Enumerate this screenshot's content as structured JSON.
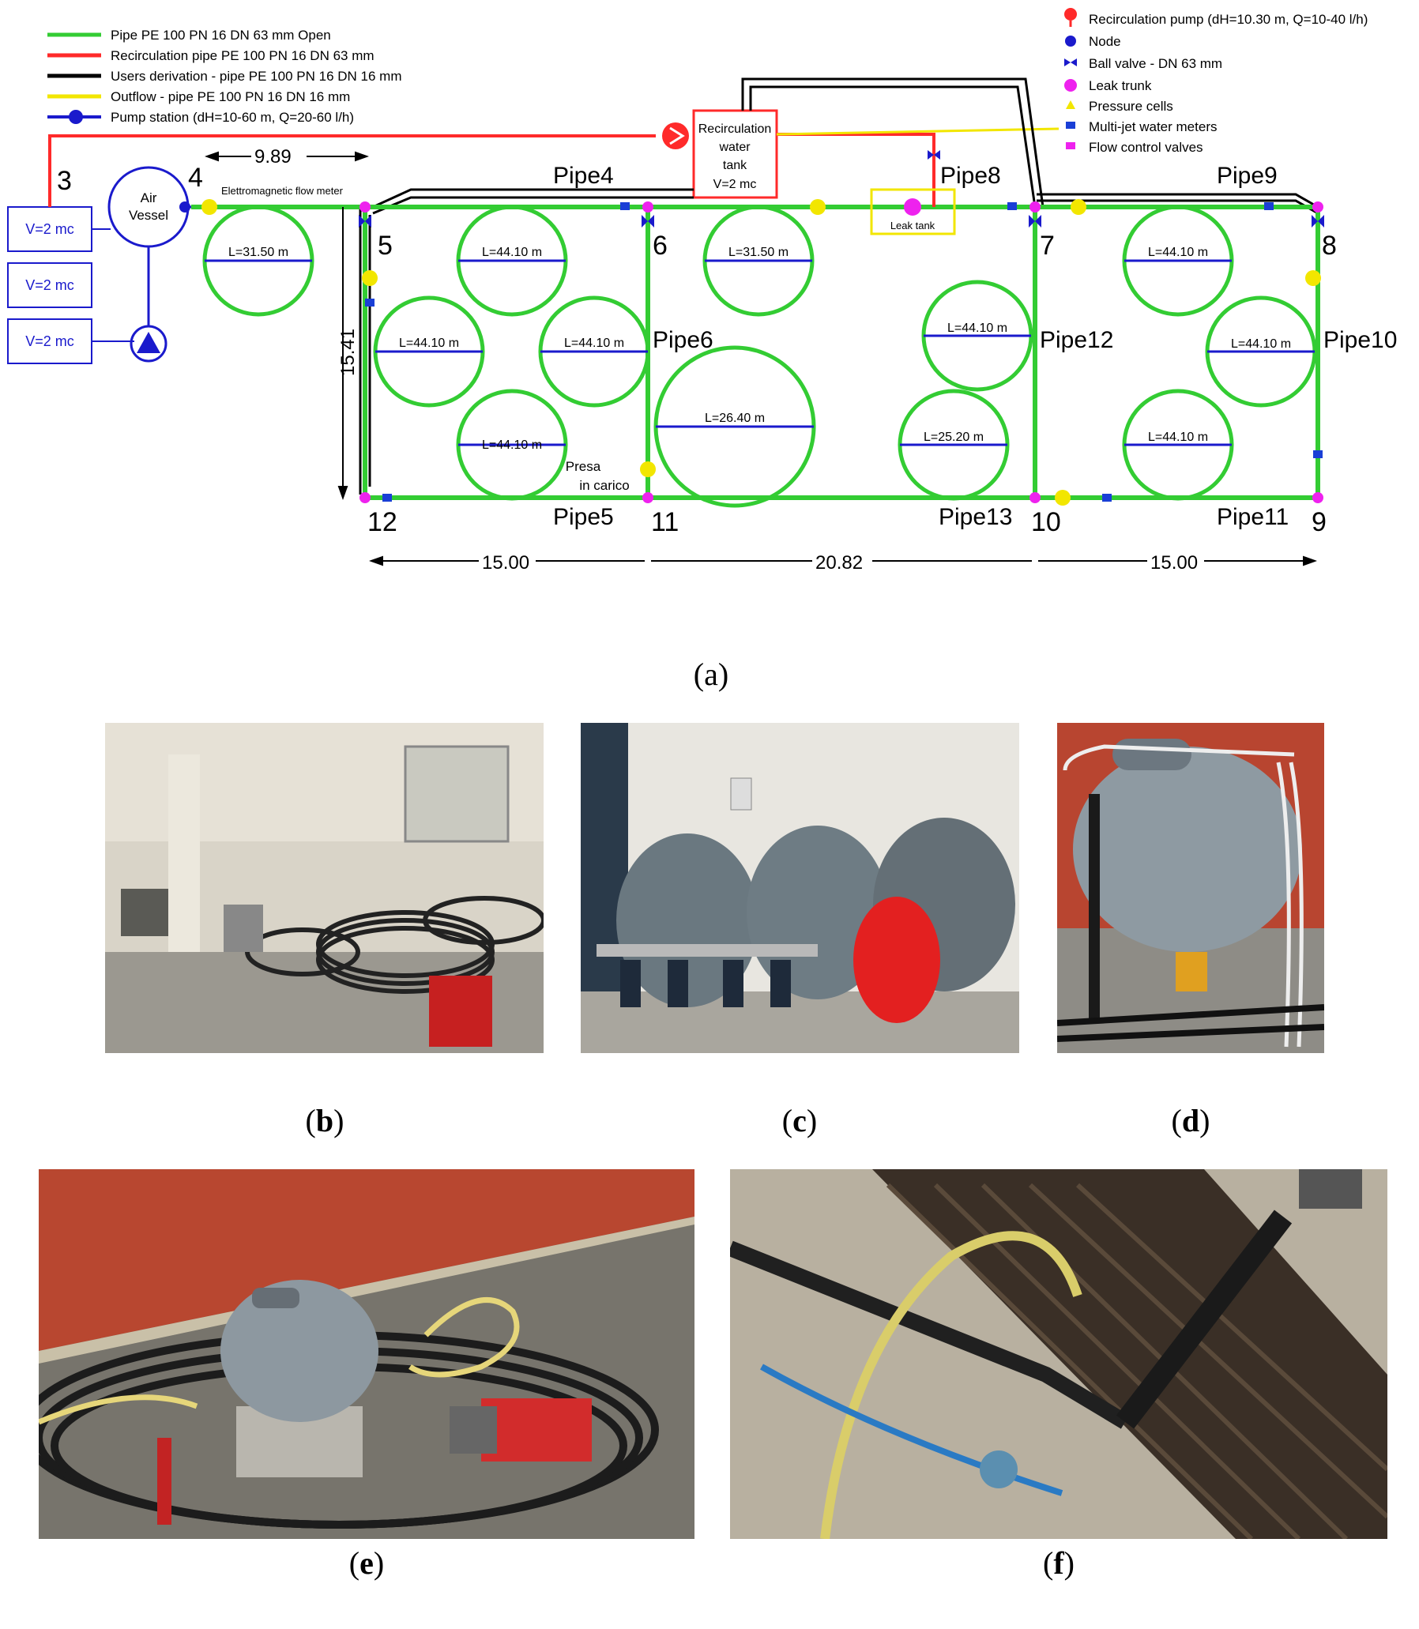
{
  "legend_left": [
    {
      "label": "Pipe PE 100 PN 16 DN 63 mm Open",
      "color": "#33cc33"
    },
    {
      "label": "Recirculation pipe PE 100 PN 16 DN 63 mm",
      "color": "#ff2a2a"
    },
    {
      "label": "Users derivation - pipe PE 100 PN 16 DN 16 mm",
      "color": "#000000"
    },
    {
      "label": "Outflow - pipe PE 100 PN 16 DN 16 mm",
      "color": "#f2e600"
    },
    {
      "label": "Pump station (dH=10-60 m, Q=20-60 l/h)",
      "color": "#1a1acc"
    }
  ],
  "legend_right": [
    {
      "label": "Recirculation pump (dH=10.30 m, Q=10-40 l/h)",
      "icon": "recirculation-pump-icon",
      "color": "#ff2a2a"
    },
    {
      "label": "Node",
      "icon": "node-icon",
      "color": "#1a1acc"
    },
    {
      "label": "Ball valve - DN 63 mm",
      "icon": "ball-valve-icon",
      "color": "#1a1acc"
    },
    {
      "label": "Leak trunk",
      "icon": "leak-trunk-icon",
      "color": "#ee22ee"
    },
    {
      "label": "Pressure cells",
      "icon": "pressure-cell-icon",
      "color": "#f2e600"
    },
    {
      "label": "Multi-jet water meters",
      "icon": "water-meter-icon",
      "color": "#1a3fd6"
    },
    {
      "label": "Flow control valves",
      "icon": "flow-control-valve-icon",
      "color": "#ee22ee"
    }
  ],
  "tanks": [
    "V=2 mc",
    "V=2 mc",
    "V=2 mc"
  ],
  "air_vessel": "Air\nVessel",
  "recirculation_tank": "Recirculation\nwater\ntank\nV=2 mc",
  "flow_meter_label": "Elettromagnetic flow meter",
  "leak_tank_label": "Leak tank",
  "presa_label": "Presa\nin carico",
  "nodes": [
    "3",
    "4",
    "5",
    "6",
    "7",
    "8",
    "9",
    "10",
    "11",
    "12"
  ],
  "pipes": [
    "Pipe4",
    "Pipe5",
    "Pipe6",
    "Pipe8",
    "Pipe9",
    "Pipe10",
    "Pipe11",
    "Pipe12",
    "Pipe13"
  ],
  "coils": [
    "L=31.50 m",
    "L=44.10 m",
    "L=44.10 m",
    "L=44.10 m",
    "L=44.10 m",
    "L=31.50 m",
    "L=26.40 m",
    "L=25.20 m",
    "L=44.10 m",
    "L=44.10 m",
    "L=44.10 m",
    "L=44.10 m"
  ],
  "dimensions": {
    "top": "9.89",
    "left": "15.41",
    "bottom": [
      "15.00",
      "20.82",
      "15.00"
    ]
  },
  "captions": {
    "a": "a",
    "b": "b",
    "c": "c",
    "d": "d",
    "e": "e",
    "f": "f"
  }
}
